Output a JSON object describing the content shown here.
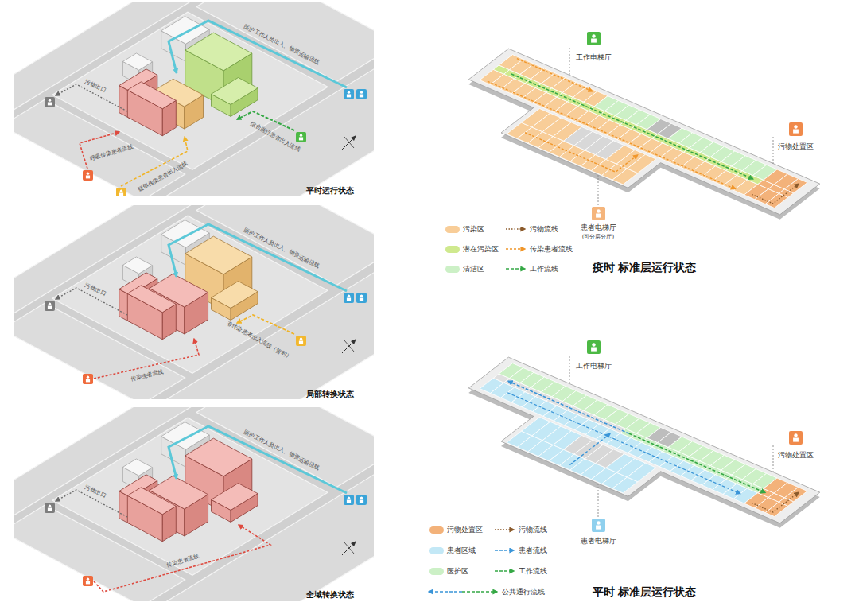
{
  "diagram": {
    "labels": [
      "医护工作人员出入、物资运输流线",
      "综合医疗患者出入流线",
      "污物出口",
      "呼吸传染患者流线",
      "疑似传染患者出入流线",
      "平时运行状态",
      "医护工作人员出入、物资运输流线",
      "非传染患者出入流线（暂时）",
      "污物出口",
      "传染患者流线",
      "局部转换状态",
      "医护工作人员出入、物资运输流线",
      "污物出口",
      "传染患者流线",
      "全域转换状态",
      "工作电梯厅",
      "污物处置区",
      "患者电梯厅",
      "(可分层分厅)",
      "疫时 标准层运行状态",
      "工作电梯厅",
      "污物处置区",
      "患者电梯厅",
      "平时 标准层运行状态"
    ],
    "legend": [
      {
        "text": "污染区",
        "color": "#f8cd98"
      },
      {
        "text": "污物流线"
      },
      {
        "text": "潜在污染区",
        "color": "#cfe98e"
      },
      {
        "text": "传染患者流线"
      },
      {
        "text": "清洁区",
        "color": "#ccf0c6"
      },
      {
        "text": "工作流线"
      },
      {
        "text": "污物处置区",
        "color": "#f3b27a"
      },
      {
        "text": "污物流线"
      },
      {
        "text": "患者区域",
        "color": "#c3e8f6"
      },
      {
        "text": "患者流线"
      },
      {
        "text": "医护区",
        "color": "#ccf0c6"
      },
      {
        "text": "工作流线"
      },
      {
        "text": "公共通行流线"
      }
    ]
  }
}
